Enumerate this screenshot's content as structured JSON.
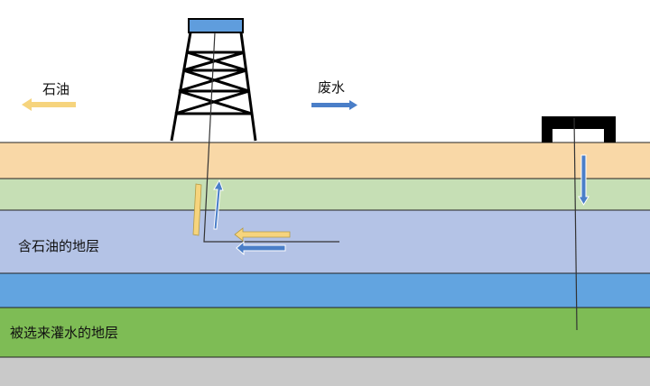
{
  "labels": {
    "oil": "石油",
    "wastewater": "废水",
    "oil_layer": "含石油的地层",
    "injection_layer": "被选来灌水的地层"
  },
  "colors": {
    "sky": "#ffffff",
    "surface_soil": "#f9d8a7",
    "layer_green_light": "#c6dfb5",
    "oil_layer": "#b4c3e6",
    "blue_layer": "#62a4e0",
    "injection_layer": "#7ebc55",
    "bedrock": "#c9c9c9",
    "oil_arrow": "#f6d47d",
    "water_arrow": "#4a7ec8",
    "derrick": "#000000",
    "derrick_top": "#5f9ddd"
  },
  "icons": {
    "oil_arrow": "left-arrow-icon",
    "water_arrow": "right-arrow-icon",
    "derrick": "oil-derrick-icon",
    "injection_well": "injection-wellhead-icon"
  }
}
